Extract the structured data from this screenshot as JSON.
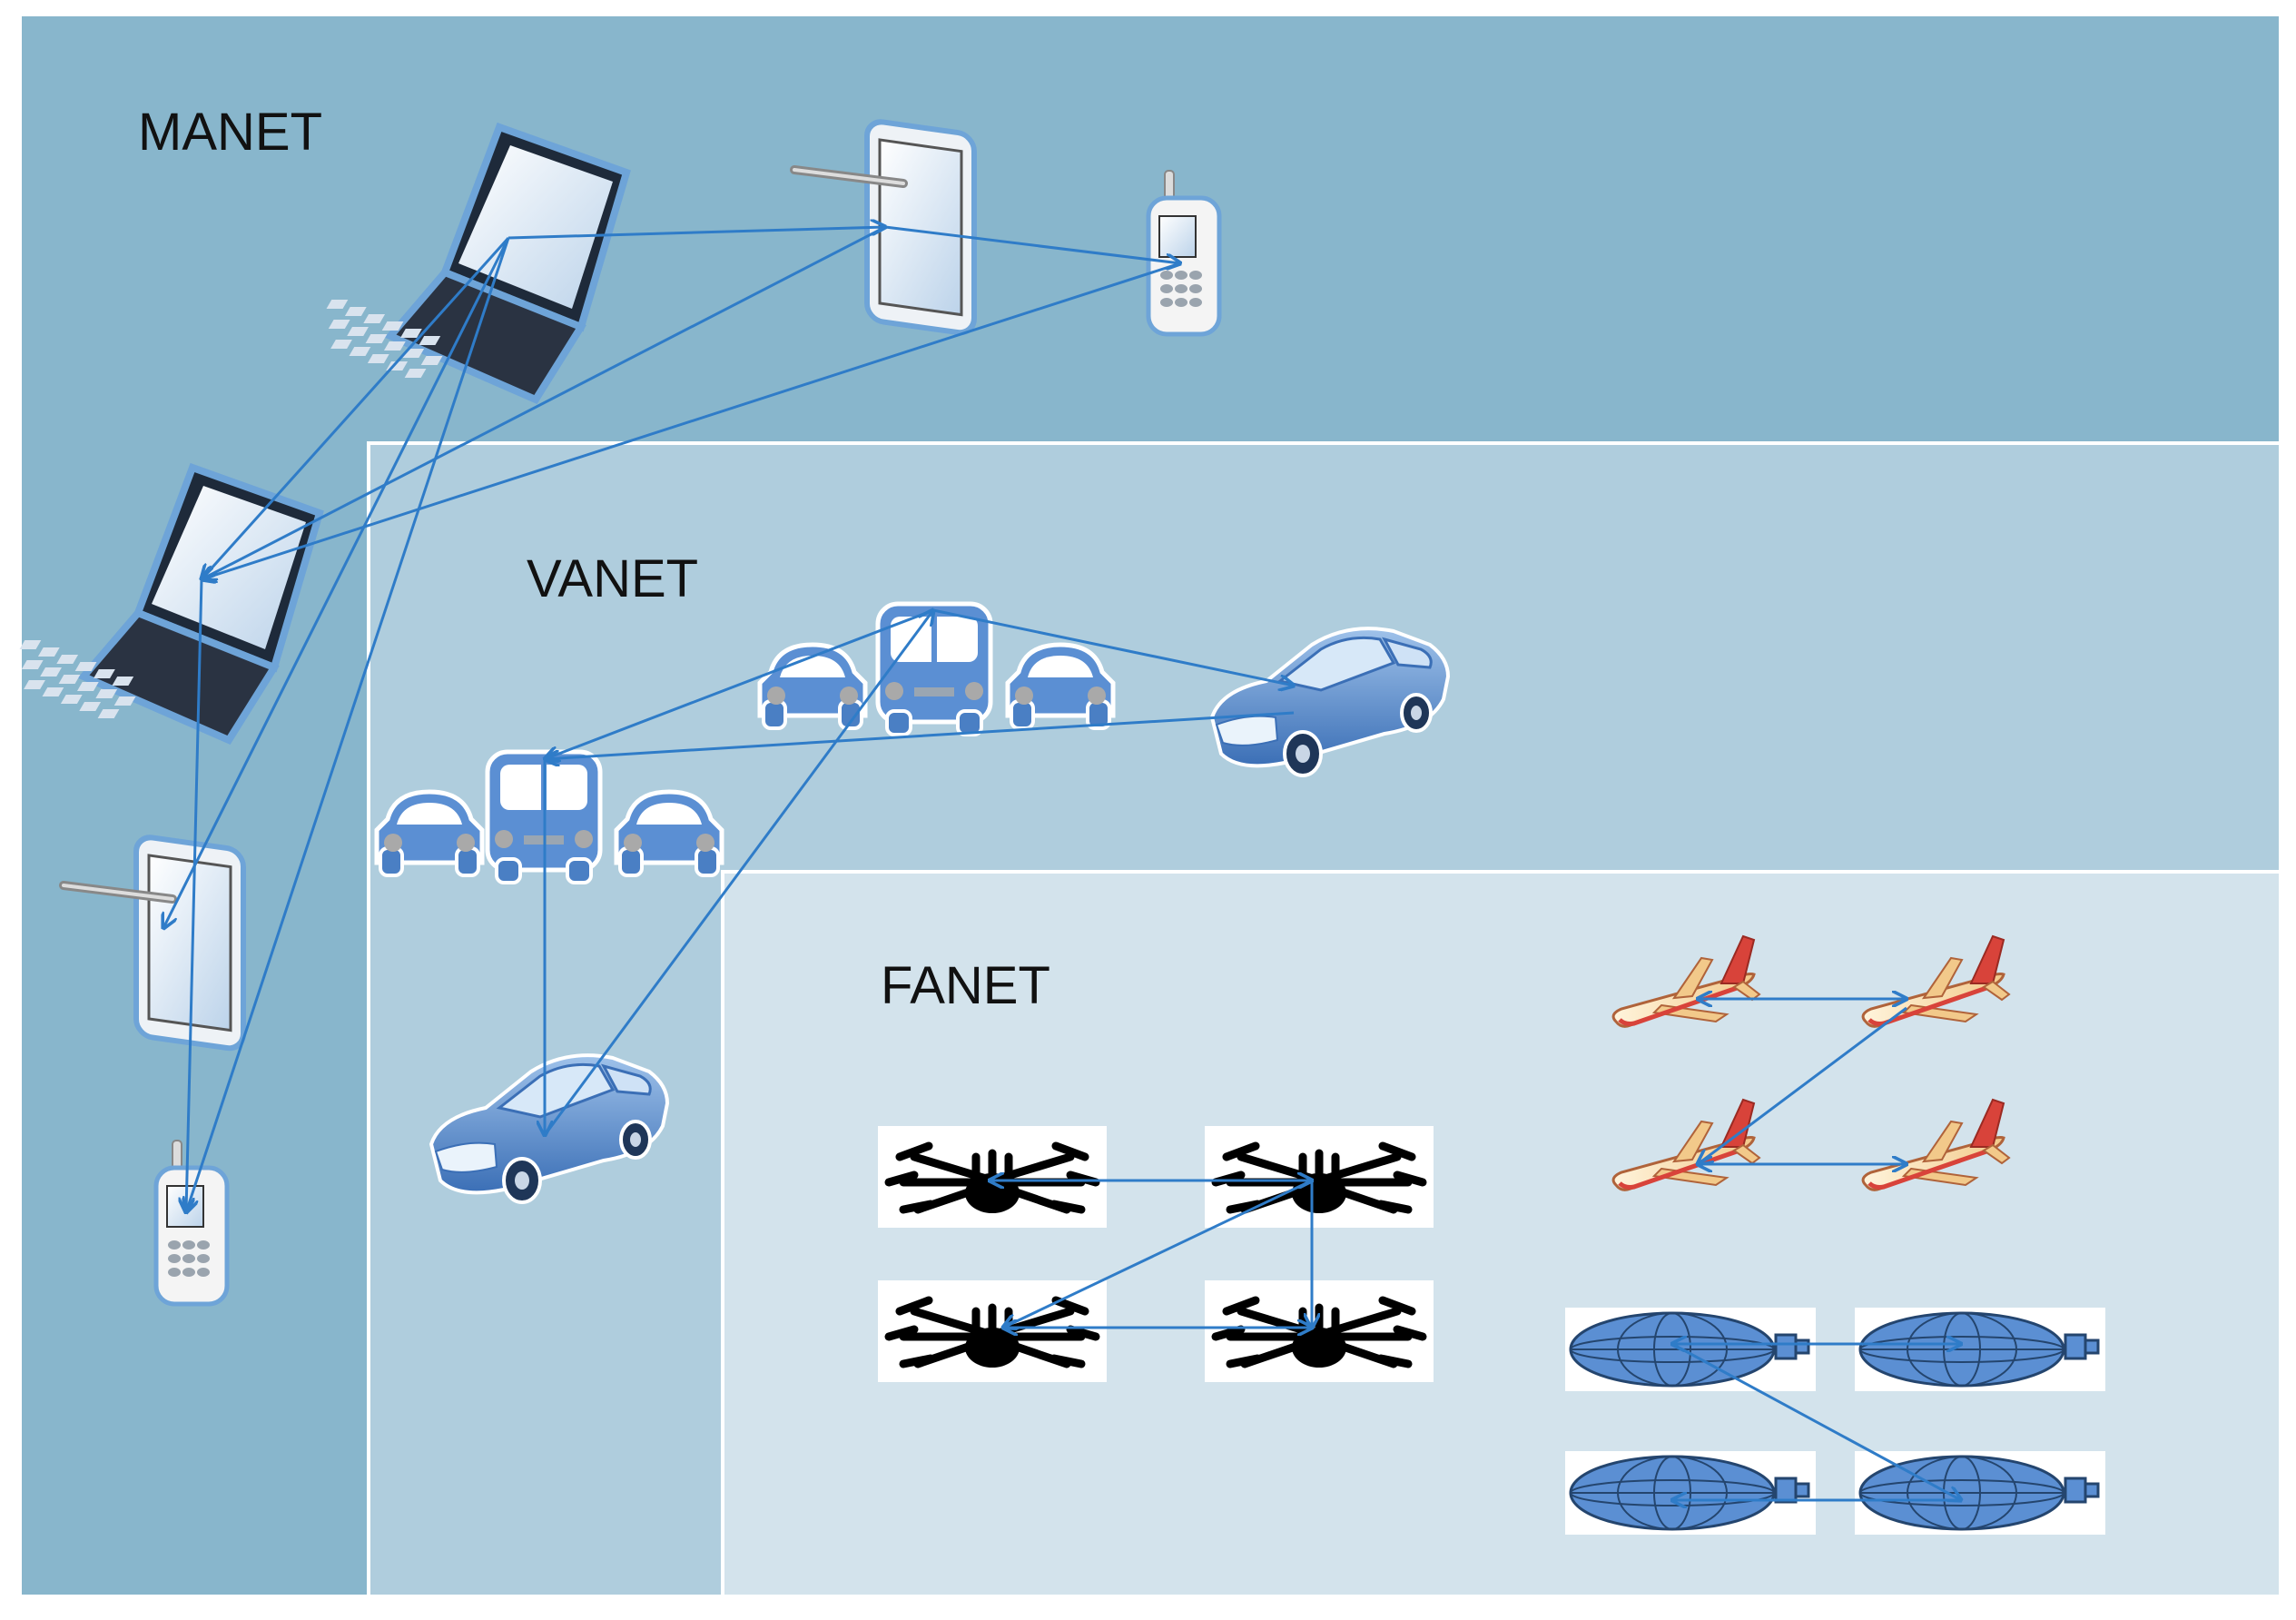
{
  "zones": {
    "manet": {
      "label": "MANET",
      "color": "#88b6cc"
    },
    "vanet": {
      "label": "VANET",
      "color": "#afcddd"
    },
    "fanet": {
      "label": "FANET",
      "color": "#d3e3ec"
    }
  },
  "link_color": "#2f7cc8",
  "icons": {
    "laptop": "laptop-icon",
    "tablet": "tablet-icon",
    "phone": "mobile-phone-icon",
    "car": "car-icon",
    "bus": "bus-icon",
    "drone": "drone-icon",
    "airplane": "airplane-icon",
    "airship": "airship-icon"
  }
}
